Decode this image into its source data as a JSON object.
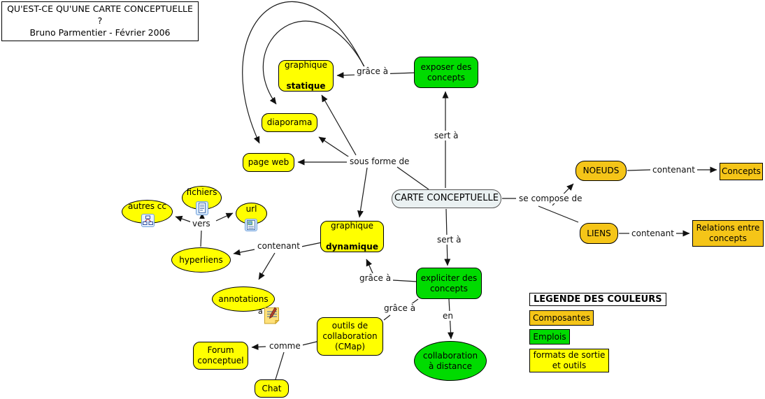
{
  "title_box": {
    "line1": "QU'EST-CE QU'UNE CARTE CONCEPTUELLE ?",
    "line2": "Bruno Parmentier - Février 2006"
  },
  "nodes": {
    "exposer": "exposer des\nconcepts",
    "graphique_statique": {
      "line1": "graphique",
      "line2": "statique"
    },
    "diaporama": "diaporama",
    "page_web": "page web",
    "carte": "CARTE CONCEPTUELLE",
    "noeuds": "NOEUDS",
    "concepts": "Concepts",
    "liens": "LIENS",
    "relations": "Relations entre\nconcepts",
    "fichiers": "fichiers",
    "autres_cc": "autres cc",
    "url": "url",
    "hyperliens": "hyperliens",
    "annotations": "annotations",
    "graphique_dynamique": {
      "line1": "graphique",
      "line2": "dynamique"
    },
    "expliciter": "expliciter des\nconcepts",
    "collaboration": "collaboration\nà distance",
    "outils": "outils de\ncollaboration\n(CMap)",
    "forum": "Forum\nconceptuel",
    "chat": "Chat"
  },
  "link_labels": {
    "grace_a_1": "grâce à",
    "sert_a_1": "sert à",
    "sous_forme_de": "sous forme de",
    "se_compose_de": "se compose de",
    "contenant_noeuds": "contenant",
    "contenant_liens": "contenant",
    "vers": "vers",
    "contenant_gauche": "contenant",
    "grace_a_2": "grâce à",
    "sert_a_2": "sert à",
    "grace_a_3": "grâce à",
    "en": "en",
    "comme": "comme"
  },
  "legend": {
    "title": "LEGENDE DES COULEURS",
    "items": [
      {
        "label": "Composantes",
        "color": "#F5C518"
      },
      {
        "label": "Emplois",
        "color": "#00DB00"
      },
      {
        "label": "formats de sortie\net outils",
        "color": "#FFFF00"
      }
    ]
  },
  "icons": {
    "autres_cc": "concept-map-icon",
    "fichiers": "document-icon",
    "url": "webpage-icon",
    "annotations": "annotation-note-icon"
  },
  "colors": {
    "composantes": "#F5C518",
    "emplois": "#00DB00",
    "formats_sortie_outils": "#FFFF00",
    "carte_fill": "#EAF1F2"
  }
}
